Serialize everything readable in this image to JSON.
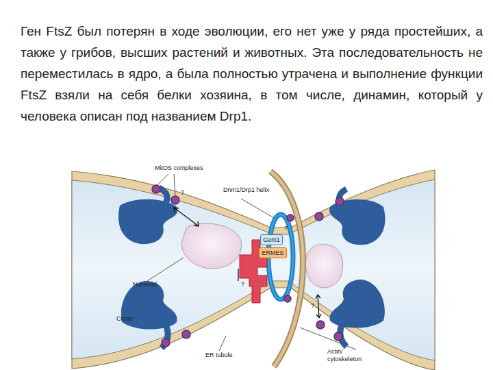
{
  "diagram": {
    "nodes": [
      {
        "text": [
          "Gem1"
        ]
      },
      {
        "text": [
          "ERMES"
        ]
      }
    ],
    "labels": [
      "Ген FtsZ был потерян в ходе эволюции, его нет уже у ряда простейших, а также у грибов, высших растений и животных. Эта последовательность не переместилась в ядро, а была полностью утрачена и выполнение функции FtsZ взяли на себя белки хозяина, в том числе, динамин, который у человека описан под названием Drp1.",
      "MitOS complexes",
      "Dnm1/Drp1 helix",
      "Nucleoid",
      "Crista",
      "ER tubule",
      "Actin/ cytoskeleton",
      "?",
      "?",
      "?",
      "?"
    ]
  }
}
